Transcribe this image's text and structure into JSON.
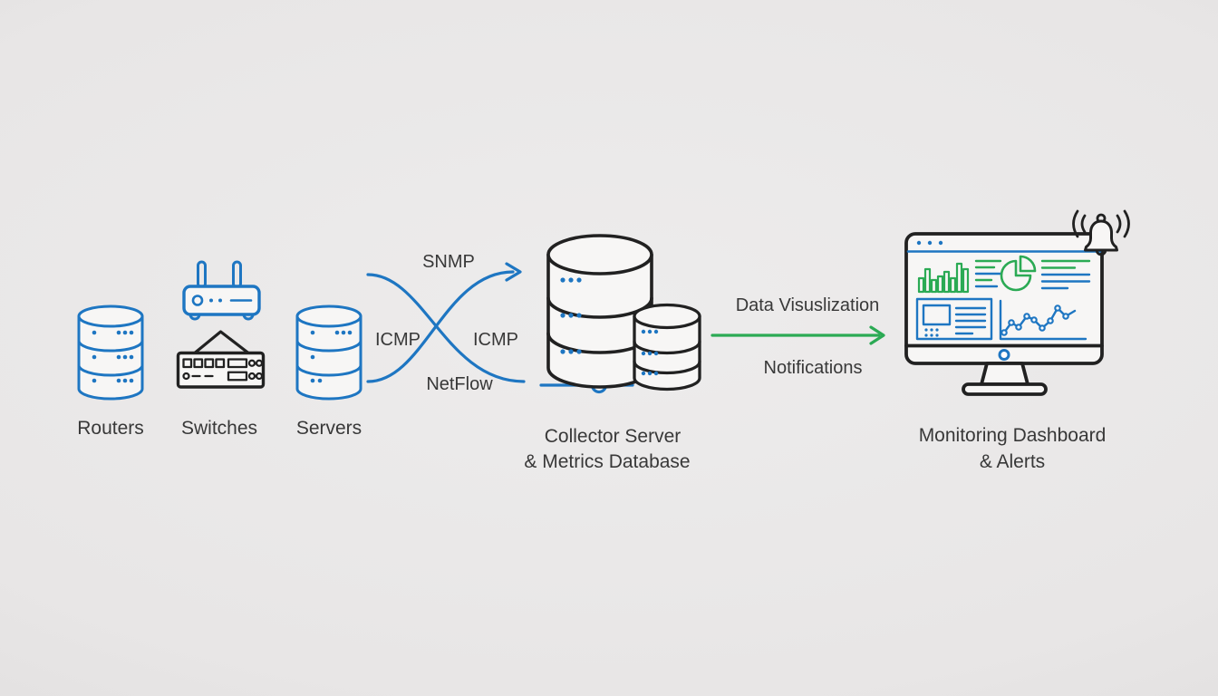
{
  "colors": {
    "blue": "#1e76c2",
    "green": "#2baa54",
    "dark": "#212121",
    "text": "#383838",
    "bg": "#e8e7e7",
    "iconfill": "#f7f6f5"
  },
  "sources": {
    "routers": "Routers",
    "switches": "Switches",
    "servers": "Servers"
  },
  "protocols": {
    "snmp": "SNMP",
    "icmp_left": "ICMP",
    "icmp_right": "ICMP",
    "netflow": "NetFlow"
  },
  "collector": {
    "line1": "Collector Server",
    "line2": "& Metrics Database"
  },
  "flows": {
    "data_visualization": "Data Visuslization",
    "notifications": "Notifications"
  },
  "dashboard": {
    "line1": "Monitoring Dashboard",
    "line2": "& Alerts"
  },
  "icons": {
    "routers": "database-stack",
    "switches_top": "wireless-router",
    "switches_bottom": "network-switch",
    "servers": "database-stack",
    "collector": "large-and-small-database-stack",
    "dashboard": "monitor-with-charts",
    "alerts": "ringing-bell"
  }
}
